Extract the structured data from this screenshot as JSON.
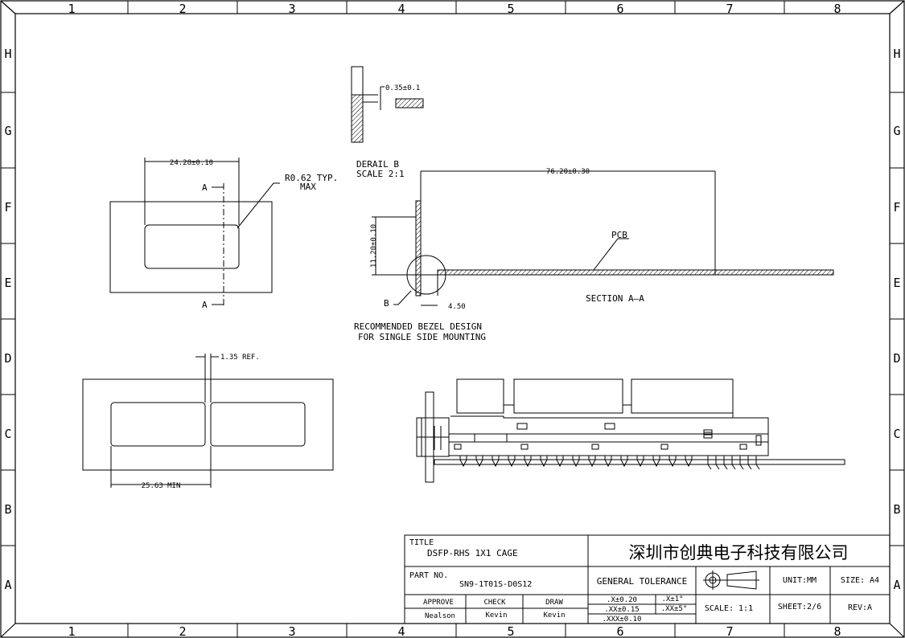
{
  "frame": {
    "columns": [
      "1",
      "2",
      "3",
      "4",
      "5",
      "6",
      "7",
      "8"
    ],
    "rows": [
      "H",
      "G",
      "F",
      "E",
      "D",
      "C",
      "B",
      "A"
    ]
  },
  "front_view": {
    "width_dim": "24.28±0.10",
    "radius_note_1": "R0.62 TYP.",
    "radius_note_2": "MAX",
    "section_label_top": "A",
    "section_label_bottom": "A"
  },
  "detail_b": {
    "thickness_dim": "0.35±0.1",
    "caption_1": "DERAIL B",
    "caption_2": "SCALE 2:1"
  },
  "section_view": {
    "length_dim": "76.20±0.30",
    "height_dim": "11.20±0.10",
    "offset_dim": "4.50",
    "pcb_label": "PCB",
    "detail_label": "B",
    "caption": "SECTION A—A",
    "note_1": "RECOMMENDED BEZEL DESIGN",
    "note_2": "FOR SINGLE SIDE MOUNTING"
  },
  "double_view": {
    "gap_dim": "1.35 REF.",
    "pitch_dim": "25.63 MIN"
  },
  "title_block": {
    "title_label": "TITLE",
    "title_value": "DSFP-RHS 1X1 CAGE",
    "company": "深圳市创典电子科技有限公司",
    "part_label": "PART NO.",
    "part_value": "SN9-1T01S-D0S12",
    "tolerance_label": "GENERAL TOLERANCE",
    "unit": "UNIT:MM",
    "size": "SIZE: A4",
    "approve_label": "APPROVE",
    "check_label": "CHECK",
    "draw_label": "DRAW",
    "approve_value": "Nealson",
    "check_value": "Kevin",
    "draw_value": "Kevin",
    "tol_x": ".X±0.20",
    "tol_xx": ".XX±0.15",
    "tol_xxx": ".XXX±0.10",
    "tol_ang1": ".X±1°",
    "tol_ang2": ".XX±5°",
    "scale": "SCALE:  1:1",
    "sheet": "SHEET:2/6",
    "rev": "REV:A"
  }
}
